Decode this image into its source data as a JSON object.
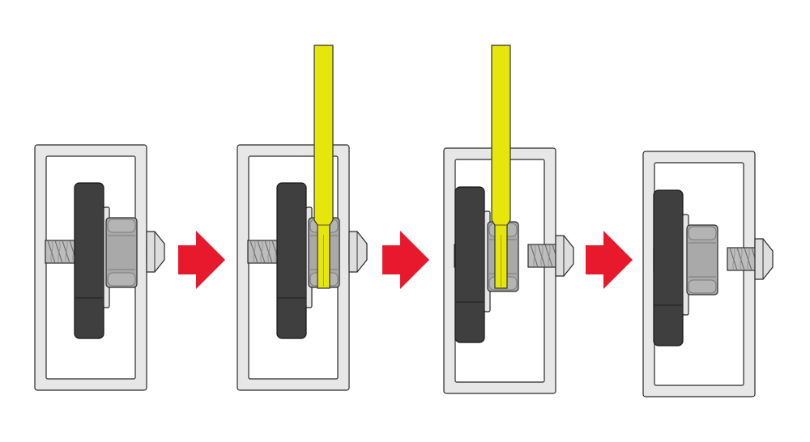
{
  "diagram": {
    "steps": [
      {
        "id": "step-1",
        "stage": "initial",
        "tool": false
      },
      {
        "id": "step-2",
        "stage": "insert-tool",
        "tool": true
      },
      {
        "id": "step-3",
        "stage": "adjust",
        "tool": true
      },
      {
        "id": "step-4",
        "stage": "final",
        "tool": false
      }
    ],
    "arrows": 3,
    "colors": {
      "frame_fill": "#e7e7e7",
      "frame_stroke": "#2a2a2a",
      "wheel": "#3f3f3f",
      "wheel_seam": "#1e1e1e",
      "washer": "#e6e6e6",
      "nut": "#a9a9a9",
      "nut_top": "#b4b4b4",
      "bolt_thread": "#bdbdbd",
      "bolt_head": "#dedede",
      "tool": "#e6e60a",
      "arrow": "#e8192c",
      "background": "#ffffff"
    }
  }
}
